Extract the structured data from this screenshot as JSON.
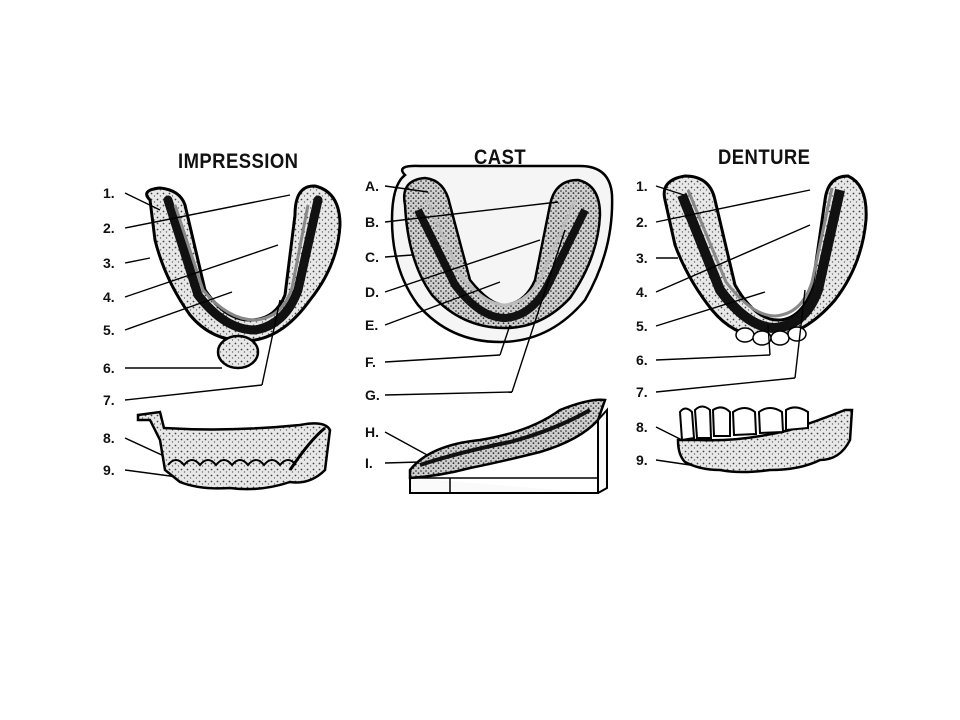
{
  "titles": {
    "impression": "IMPRESSION",
    "cast": "CAST",
    "denture": "DENTURE"
  },
  "impression_labels": [
    "1.",
    "2.",
    "3.",
    "4.",
    "5.",
    "6.",
    "7.",
    "8.",
    "9."
  ],
  "cast_labels": [
    "A.",
    "B.",
    "C.",
    "D.",
    "E.",
    "F.",
    "G.",
    "H.",
    "I."
  ],
  "denture_labels": [
    "1.",
    "2.",
    "3.",
    "4.",
    "5.",
    "6.",
    "7.",
    "8.",
    "9."
  ]
}
